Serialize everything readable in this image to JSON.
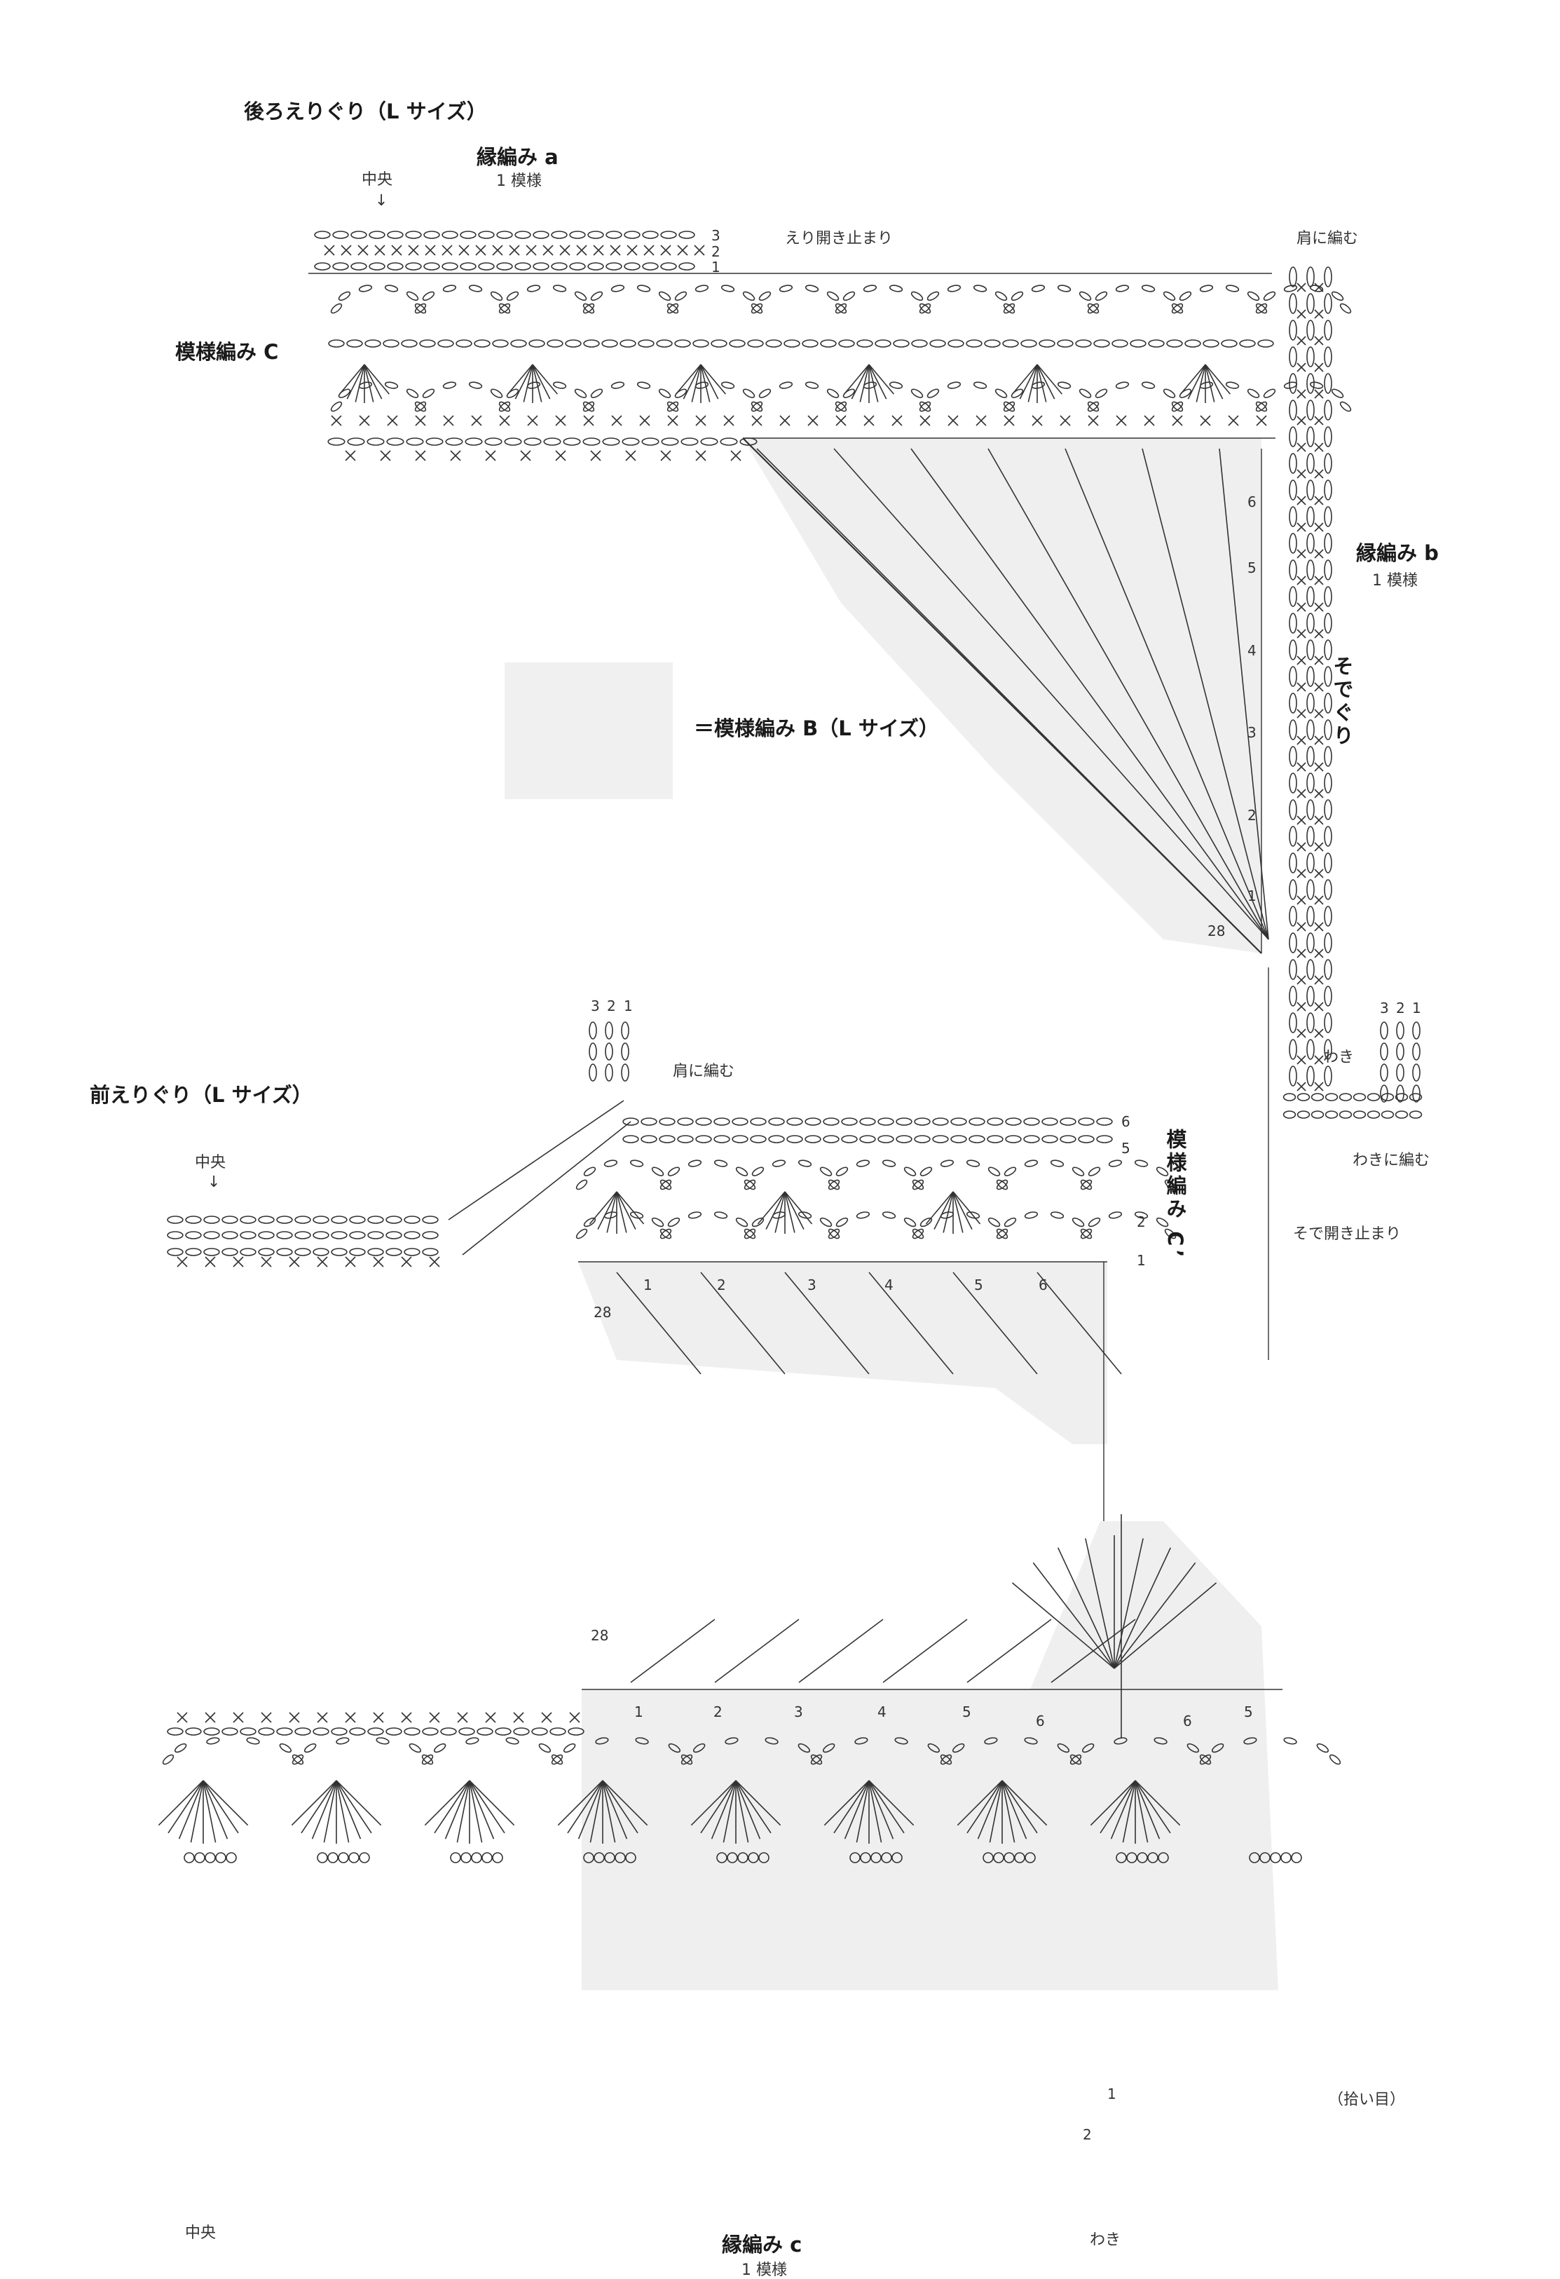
{
  "back_neck": {
    "title": "後ろえりぐり（L サイズ）",
    "edging_a": {
      "name": "縁編み a",
      "repeat": "1 模様"
    },
    "center": "中央",
    "row_labels": [
      "3",
      "2",
      "1"
    ],
    "opening_stop": "えり開き止まり",
    "pattern_c": "模様編み C",
    "shoulder": "肩に編む",
    "edging_b": {
      "name": "縁編み b",
      "repeat": "1 模様"
    },
    "armhole": "そでぐり",
    "rows_right": [
      "6",
      "5",
      "4",
      "3",
      "2",
      "1"
    ],
    "row_28": "28"
  },
  "legend": {
    "label": "＝模様編み B（L サイズ）",
    "swatch_color": "#f0f0f0"
  },
  "side": {
    "cols": [
      "3",
      "2",
      "1"
    ],
    "side_label": "わき",
    "knit_to_side": "わきに編む",
    "sleeve_stop": "そで開き止まり"
  },
  "front_neck": {
    "title": "前えりぐり（L サイズ）",
    "center": "中央",
    "cols": [
      "3",
      "2",
      "1"
    ],
    "shoulder": "肩に編む",
    "pattern_c_prime": "模様編み C’",
    "rows_right": [
      "6",
      "5",
      "2",
      "1"
    ],
    "row_28": "28",
    "inner_numbers": [
      "1",
      "2",
      "3",
      "4",
      "5",
      "6"
    ]
  },
  "hem": {
    "row_28": "28",
    "inner_numbers": [
      "1",
      "2",
      "3",
      "4",
      "5",
      "6",
      "6",
      "5"
    ],
    "pickup": "（拾い目）",
    "rows": [
      "1",
      "2"
    ],
    "center": "中央",
    "side_label": "わき",
    "edging_c": {
      "name": "縁編み c",
      "repeat": "1 模様"
    }
  },
  "colors": {
    "line": "#333333",
    "shade": "#eeeeee",
    "text": "#222222"
  }
}
